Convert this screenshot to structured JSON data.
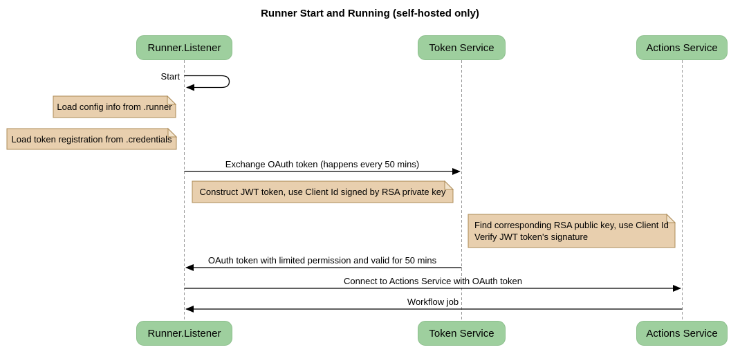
{
  "diagram": {
    "type": "sequence",
    "title": "Runner Start and Running (self-hosted only)"
  },
  "actors": [
    {
      "id": "runner-listener",
      "label": "Runner.Listener"
    },
    {
      "id": "token-service",
      "label": "Token Service"
    },
    {
      "id": "actions-service",
      "label": "Actions Service"
    }
  ],
  "messages": [
    {
      "label": "Start",
      "from": "Runner.Listener",
      "to": "Runner.Listener",
      "kind": "self-loop"
    },
    {
      "label": "Exchange OAuth token (happens every 50 mins)",
      "from": "Runner.Listener",
      "to": "Token Service",
      "kind": "solid-arrow"
    },
    {
      "label": "OAuth token with limited permission and valid for 50 mins",
      "from": "Token Service",
      "to": "Runner.Listener",
      "kind": "solid-arrow"
    },
    {
      "label": "Connect to Actions Service with OAuth token",
      "from": "Runner.Listener",
      "to": "Actions Service",
      "kind": "solid-arrow"
    },
    {
      "label": "Workflow job",
      "from": "Actions Service",
      "to": "Runner.Listener",
      "kind": "solid-arrow"
    }
  ],
  "notes": [
    {
      "position": "left of Runner.Listener",
      "lines": [
        "Load config info from .runner"
      ]
    },
    {
      "position": "left of Runner.Listener",
      "lines": [
        "Load token registration from .credentials"
      ]
    },
    {
      "position": "between Runner.Listener and Token Service",
      "lines": [
        "Construct JWT token, use Client Id signed by RSA private key"
      ]
    },
    {
      "position": "between Token Service and Actions Service",
      "lines": [
        "Find corresponding RSA public key, use Client Id",
        "Verify JWT token's signature"
      ]
    }
  ],
  "colors": {
    "actor_fill": "#9ecf9e",
    "actor_border": "#8cbf8c",
    "note_fill": "#e8cfae",
    "note_border": "#ad8b57",
    "note_fold": "#f2e4cd",
    "lifeline": "#999999",
    "message_line": "#000000",
    "background": "#ffffff",
    "text": "#000000"
  }
}
